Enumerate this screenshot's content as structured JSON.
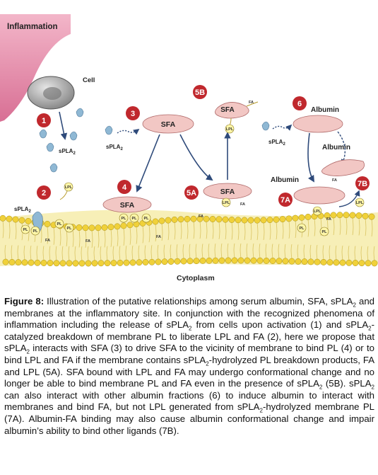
{
  "diagram": {
    "labels": {
      "inflammation": "Inflammation",
      "cell": "Cell",
      "cytoplasm": "Cytoplasm",
      "spla2": "sPLA",
      "spla2_sub": "2",
      "sfa": "SFA",
      "albumin": "Albumin",
      "fa": "FA",
      "lpl": "LPL",
      "pl": "PL"
    },
    "steps": {
      "s1": "1",
      "s2": "2",
      "s3": "3",
      "s4": "4",
      "s5a": "5A",
      "s5b": "5B",
      "s6": "6",
      "s7a": "7A",
      "s7b": "7B"
    },
    "colors": {
      "badge": "#c0282d",
      "inflammation": "#e8a0b8",
      "sfa_protein": "#f2c7c4",
      "spla2_enzyme": "#8fb8d4",
      "membrane_head": "#f0d13a",
      "lpl_head": "#fff6a8",
      "arrow": "#2e4a7a"
    }
  },
  "caption": {
    "lead": "Figure 8:",
    "p1": " Illustration of the putative relationships among serum albumin, SFA, sPLA",
    "p2": " and membranes at the inflammatory site. In conjunction with the recognized phenomena of inflammation including the release of sPLA",
    "p3": " from cells upon activation (1) and sPLA",
    "p4": "-catalyzed breakdown of membrane PL to liberate LPL and FA (2), here we propose that sPLA",
    "p5": " interacts with SFA (3) to drive SFA to the vicinity of membrane to bind PL (4) or to bind LPL and FA if the membrane contains sPLA",
    "p6": "-hydrolyzed PL breakdown products, FA and LPL (5A). SFA bound with LPL and FA may undergo conformational change and no longer be able to bind membrane PL and FA even in the presence of sPLA",
    "p7": " (5B). sPLA",
    "p8": " can also interact with other albumin fractions (6) to induce albumin to interact with membranes and bind FA, but not LPL generated from sPLA",
    "p9": "-hydrolyzed membrane PL (7A). Albumin-FA binding may also cause albumin conformational change and impair albumin’s ability to bind other ligands (7B).",
    "sub": "2"
  }
}
